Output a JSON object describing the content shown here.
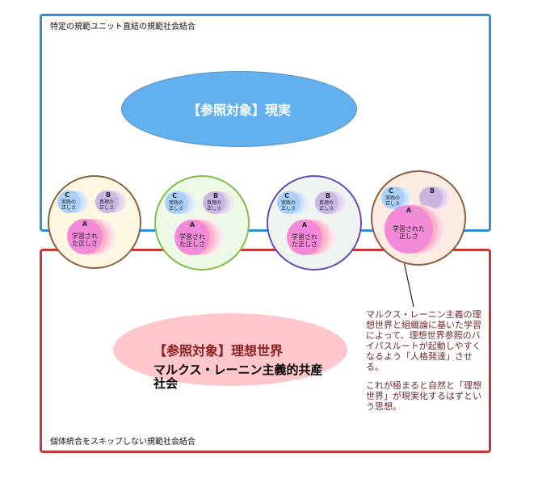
{
  "frames": {
    "top_label": "特定の規範ユニット直結の規範社会結合",
    "bottom_label": "個体統合をスキップしない規範社会結合"
  },
  "reality": {
    "label": "【参照対象】現実"
  },
  "ideal": {
    "label": "【参照対象】理想世界",
    "society": "マルクス・レーニン主義的共産社会"
  },
  "note": {
    "paragraph1": "マルクス・レーニン主義の理想世界と組織論に基いた学習によって、理想世界参照のバイパスルートが起動しやすくなるよう「人格発達」させる。",
    "paragraph2": "これが極まると自然と「理想世界」が現実化するはずという思想。"
  },
  "units": [
    {
      "border": "#8a6040",
      "fill": "#fdf7e2",
      "label_c": "C",
      "text_c": "実践の正しさ",
      "label_b": "B",
      "text_b": "真理の正しさ",
      "label_a": "A",
      "text_a": "学習された正しさ"
    },
    {
      "border": "#7fbf4a",
      "fill": "#eef8e6",
      "label_c": "C",
      "text_c": "実践の正しさ",
      "label_b": "B",
      "text_b": "真理の正しさ",
      "label_a": "A",
      "text_a": "学習された正しさ"
    },
    {
      "border": "#6a4ab5",
      "fill": "#eef4ef",
      "label_c": "C",
      "text_c": "実践の正しさ",
      "label_b": "B",
      "text_b": "真理の正しさ",
      "label_a": "A",
      "text_a": "学習された正しさ"
    },
    {
      "border": "#8a6040",
      "fill": "#fbece2",
      "label_c": "C",
      "text_c": "実践の正しさ",
      "label_b": "B",
      "text_b": "",
      "label_a": "A",
      "text_a": "学習された正しさ"
    }
  ]
}
